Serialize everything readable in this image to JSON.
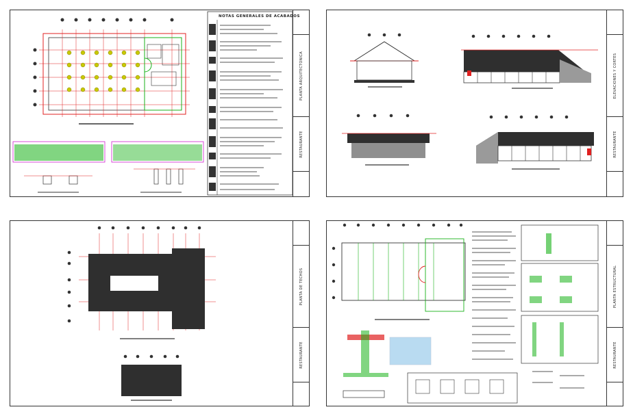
{
  "sheets": {
    "arch": {
      "notes_title": "NOTAS GENERALES DE ACABADOS",
      "title_block": {
        "sheet_title": "PLANTA ARQUITECTONICA",
        "project": "RESTAURANTE"
      }
    },
    "elev": {
      "title_block": {
        "sheet_title": "ELEVACIONES Y CORTES",
        "project": "RESTAURANTE"
      }
    },
    "roof": {
      "title_block": {
        "sheet_title": "PLANTA DE TECHOS",
        "project": "RESTAURANTE"
      }
    },
    "struct": {
      "title_block": {
        "sheet_title": "PLANTA ESTRUCTURAL",
        "project": "RESTAURANTE"
      }
    }
  },
  "colors": {
    "red": "#e02020",
    "green": "#19b219",
    "magenta": "#d020d0",
    "yellow": "#e0d800",
    "dark": "#2f2f2f",
    "line": "#333333"
  }
}
